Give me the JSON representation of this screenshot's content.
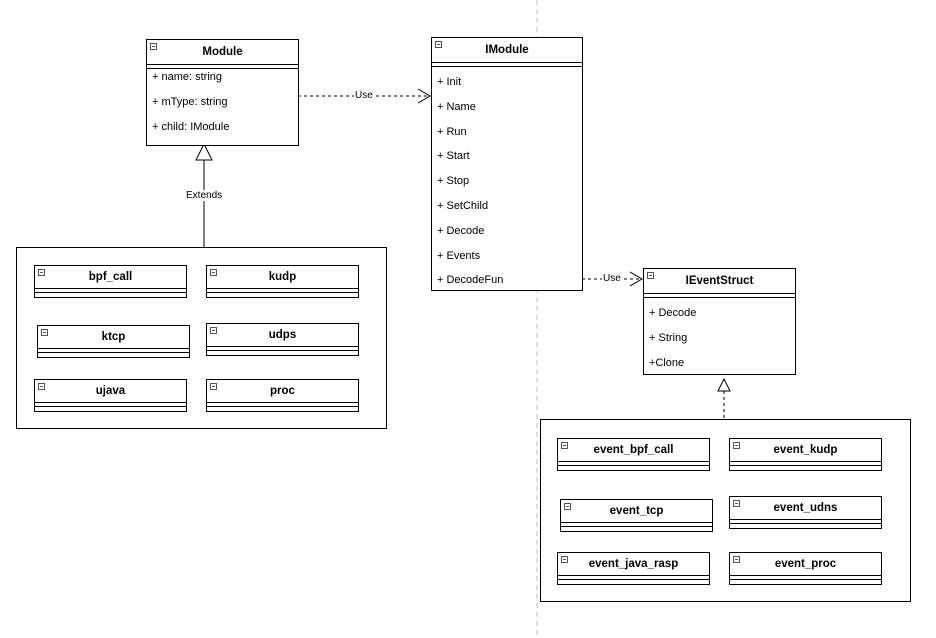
{
  "diagram": {
    "module": {
      "title": "Module",
      "fields": [
        "+ name: string",
        "+ mType: string",
        "+ child: IModule"
      ]
    },
    "imodule": {
      "title": "IModule",
      "methods": [
        "+ Init",
        "+ Name",
        "+ Run",
        "+ Start",
        "+ Stop",
        "+ SetChild",
        "+ Decode",
        "+ Events",
        "+ DecodeFun"
      ]
    },
    "ieventstruct": {
      "title": "IEventStruct",
      "methods": [
        "+ Decode",
        "+ String",
        "+Clone"
      ]
    },
    "modules": [
      "bpf_call",
      "kudp",
      "ktcp",
      "udps",
      "ujava",
      "proc"
    ],
    "events": [
      "event_bpf_call",
      "event_kudp",
      "event_tcp",
      "event_udns",
      "event_java_rasp",
      "event_proc"
    ],
    "edges": {
      "use1": "Use",
      "use2": "Use",
      "extends": "Extends"
    }
  }
}
